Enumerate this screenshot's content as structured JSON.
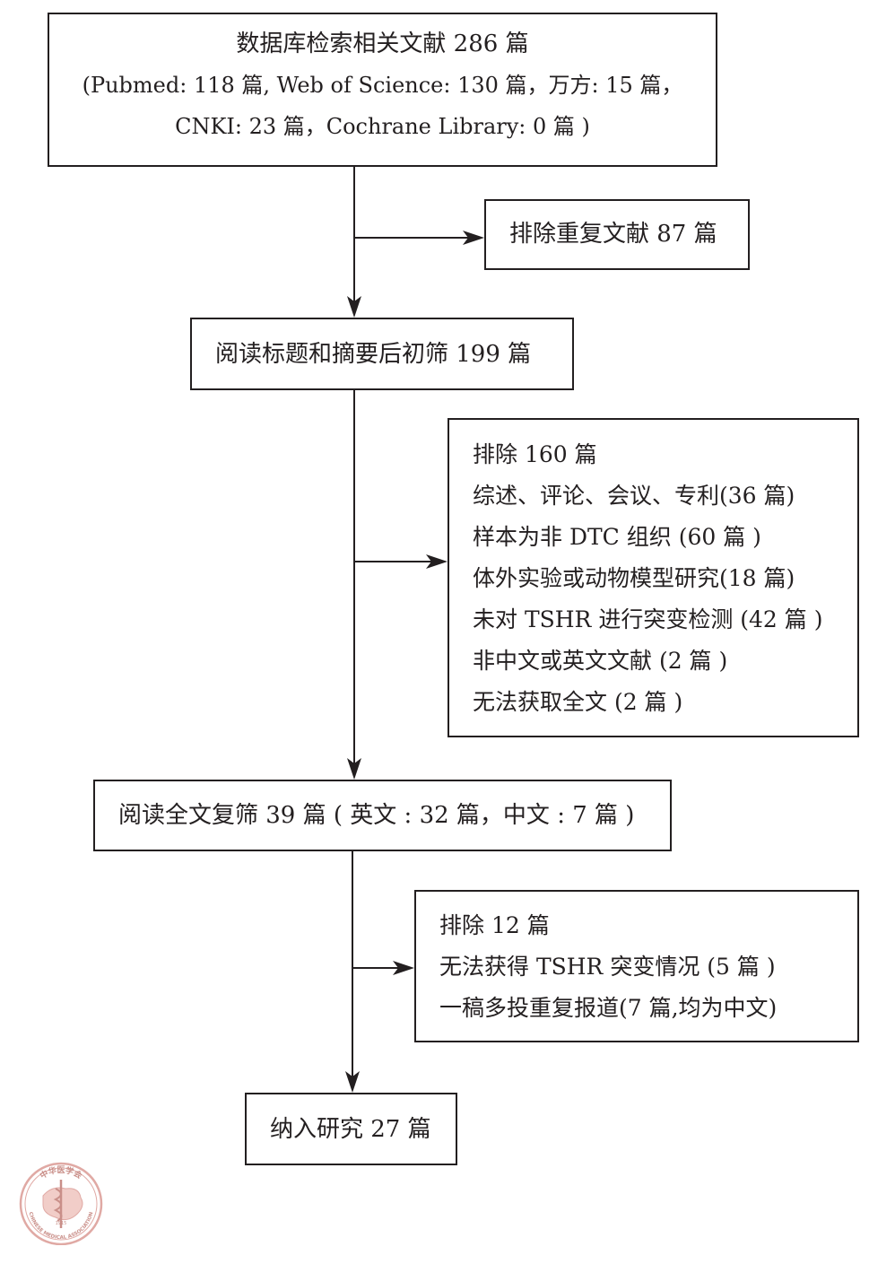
{
  "box1": {
    "line1": "数据库检索相关文献 286 篇",
    "line2": "(Pubmed: 118 篇, Web of Science: 130 篇，万方: 15 篇，",
    "line3": "CNKI: 23 篇，Cochrane Library: 0 篇 )"
  },
  "box2": {
    "text": "排除重复文献 87 篇"
  },
  "box3": {
    "text": "阅读标题和摘要后初筛 199 篇"
  },
  "box4": {
    "lines": [
      "排除 160 篇",
      "综述、评论、会议、专利(36 篇)",
      "样本为非 DTC 组织 (60 篇 )",
      "体外实验或动物模型研究(18 篇)",
      "未对 TSHR 进行突变检测 (42 篇 )",
      "非中文或英文文献 (2 篇 )",
      "无法获取全文 (2 篇 )"
    ]
  },
  "box5": {
    "text": "阅读全文复筛 39 篇 ( 英文 : 32 篇，中文 : 7 篇 )"
  },
  "box6": {
    "lines": [
      "排除 12 篇",
      "无法获得 TSHR 突变情况 (5 篇 )",
      "一稿多投重复报道(7 篇,均为中文)"
    ]
  },
  "box7": {
    "text": "纳入研究 27 篇"
  },
  "logo": {
    "text_top": "中华医学会",
    "text_bottom": "CHINESE MEDICAL ASSOCIATION",
    "year": "1915",
    "color": "#e0a9a4"
  },
  "colors": {
    "line": "#231f20",
    "text": "#231f20"
  }
}
